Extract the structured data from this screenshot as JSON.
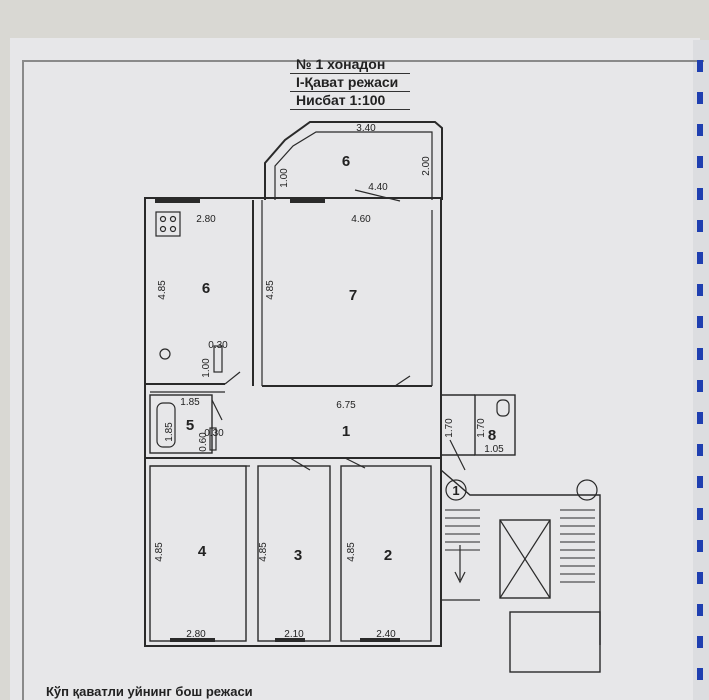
{
  "header": {
    "line1": "№ 1 хонадон",
    "line2": "I-Қават режаси",
    "line3": "Нисбат 1:100"
  },
  "rooms": {
    "r1": "1",
    "r2": "2",
    "r3": "3",
    "r4": "4",
    "r5": "5",
    "r6": "6",
    "r6b": "6",
    "r7": "7",
    "r8": "8"
  },
  "dims": {
    "d340": "3.40",
    "d200": "2.00",
    "d100": "1.00",
    "d440": "4.40",
    "d280": "2.80",
    "d460": "4.60",
    "d485a": "4.85",
    "d485b": "4.85",
    "d030": "0.30",
    "d100b": "1.00",
    "d185": "1.85",
    "d185v": "1.85",
    "d060": "0.60",
    "d030b": "0.30",
    "d675": "6.75",
    "d170a": "1.70",
    "d170b": "1.70",
    "d105": "1.05",
    "d485c": "4.85",
    "d485d": "4.85",
    "d485e": "4.85",
    "d280b": "2.80",
    "d210": "2.10",
    "d240": "2.40"
  },
  "markers": {
    "axis1": "1"
  },
  "footer": {
    "text": "Кўп қаватли уйнинг бош режаси"
  },
  "colors": {
    "line": "#2a2a2a",
    "paper": "#e7e7e9",
    "blue_edge": "#1f3fb0"
  }
}
